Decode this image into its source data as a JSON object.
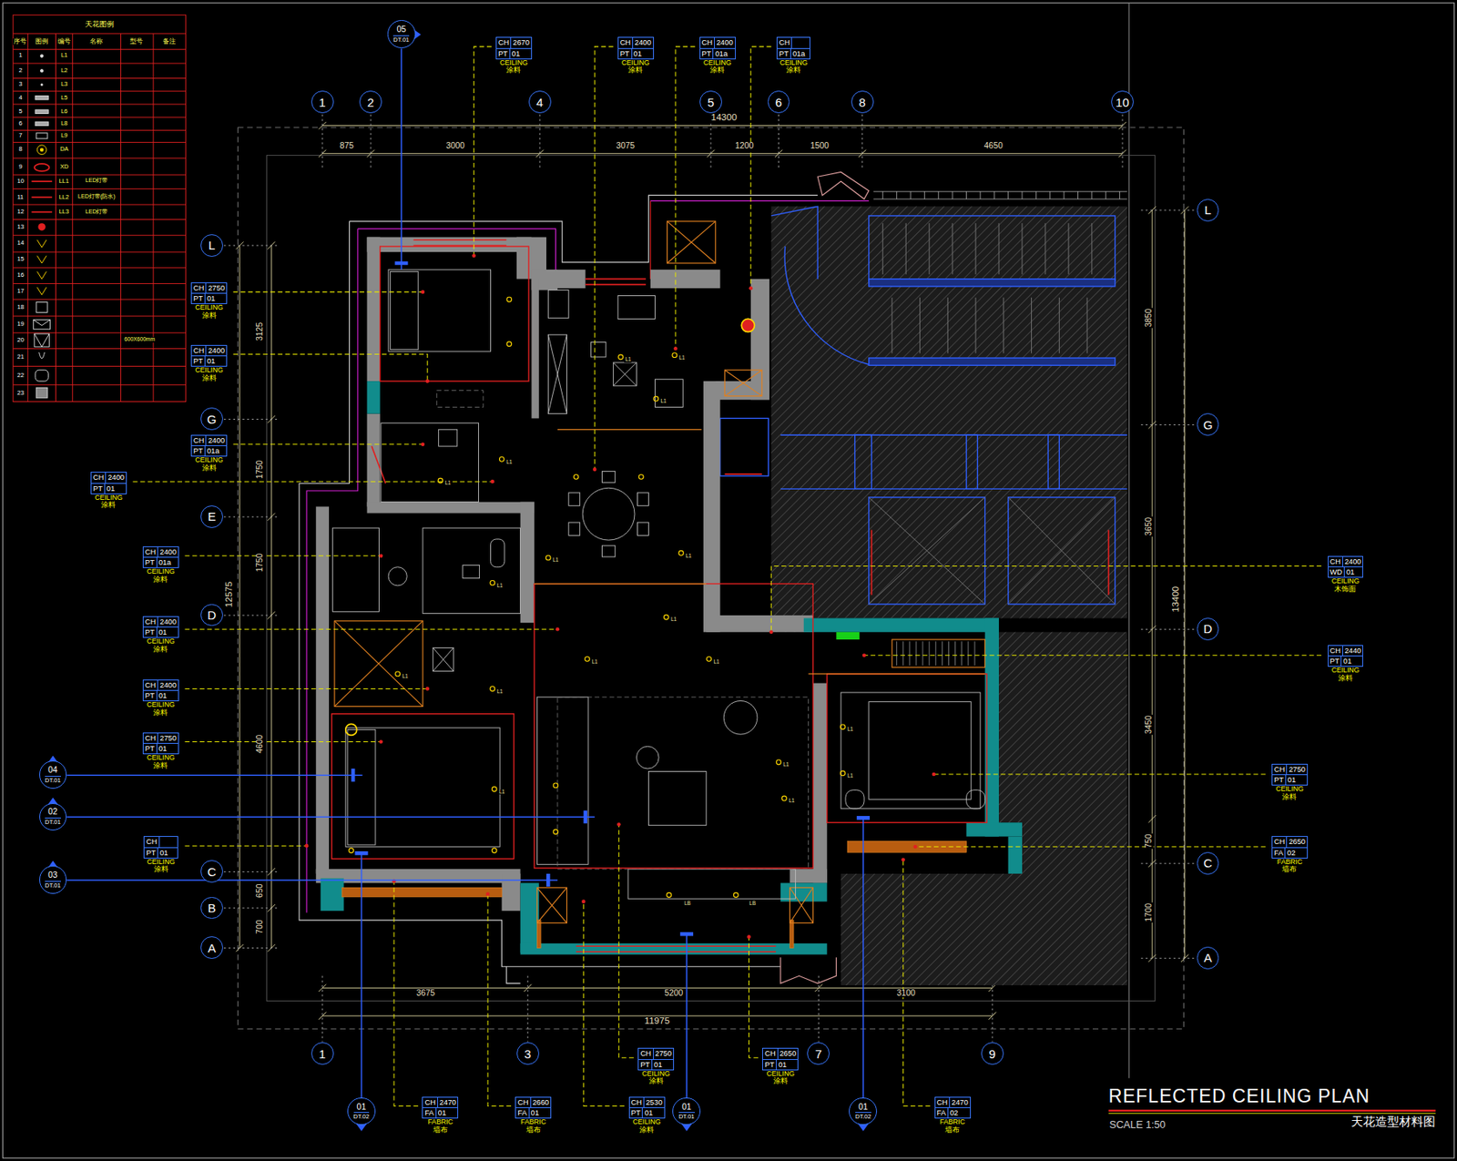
{
  "diagram": {
    "title": "REFLECTED CEILING PLAN",
    "caption": "天花造型材料图",
    "nodes": [
      {
        "text": [
          "1"
        ]
      },
      {
        "text": [
          "2"
        ]
      },
      {
        "text": [
          "4"
        ]
      },
      {
        "text": [
          "5"
        ]
      },
      {
        "text": [
          "6"
        ]
      },
      {
        "text": [
          "8"
        ]
      },
      {
        "text": [
          "10"
        ]
      },
      {
        "text": [
          "1"
        ]
      },
      {
        "text": [
          "3"
        ]
      },
      {
        "text": [
          "7"
        ]
      },
      {
        "text": [
          "9"
        ]
      },
      {
        "text": [
          "L"
        ]
      },
      {
        "text": [
          "G"
        ]
      },
      {
        "text": [
          "E"
        ]
      },
      {
        "text": [
          "D"
        ]
      },
      {
        "text": [
          "C"
        ]
      },
      {
        "text": [
          "B"
        ]
      },
      {
        "text": [
          "A"
        ]
      },
      {
        "text": [
          "L"
        ]
      },
      {
        "text": [
          "G"
        ]
      },
      {
        "text": [
          "D"
        ]
      },
      {
        "text": [
          "C"
        ]
      },
      {
        "text": [
          "A"
        ]
      },
      {
        "text": [
          "05",
          "DT.01"
        ]
      },
      {
        "text": [
          "04",
          "DT.01"
        ]
      },
      {
        "text": [
          "02",
          "DT.01"
        ]
      },
      {
        "text": [
          "03",
          "DT.01"
        ]
      },
      {
        "text": [
          "01",
          "DT.02"
        ]
      },
      {
        "text": [
          "01",
          "DT.01"
        ]
      },
      {
        "text": [
          "01",
          "DT.02"
        ]
      },
      {
        "text": [
          "CH",
          "2670",
          "PT",
          "01",
          "CEILING",
          "涂料"
        ]
      },
      {
        "text": [
          "CH",
          "2400",
          "PT",
          "01",
          "CEILING",
          "涂料"
        ]
      },
      {
        "text": [
          "CH",
          "2400",
          "PT",
          "01a",
          "CEILING",
          "涂料"
        ]
      },
      {
        "text": [
          "CH",
          "PT",
          "01a",
          "CEILING",
          "涂料"
        ]
      },
      {
        "text": [
          "CH",
          "2750",
          "PT",
          "01",
          "CEILING",
          "涂料"
        ]
      },
      {
        "text": [
          "CH",
          "2400",
          "PT",
          "01",
          "CEILING",
          "涂料"
        ]
      },
      {
        "text": [
          "CH",
          "2400",
          "PT",
          "01a",
          "CEILING",
          "涂料"
        ]
      },
      {
        "text": [
          "CH",
          "2400",
          "PT",
          "01",
          "CEILING",
          "涂料"
        ]
      },
      {
        "text": [
          "CH",
          "2400",
          "PT",
          "01a",
          "CEILING",
          "涂料"
        ]
      },
      {
        "text": [
          "CH",
          "2400",
          "PT",
          "01",
          "CEILING",
          "涂料"
        ]
      },
      {
        "text": [
          "CH",
          "2400",
          "PT",
          "01",
          "CEILING",
          "涂料"
        ]
      },
      {
        "text": [
          "CH",
          "2750",
          "PT",
          "01",
          "CEILING",
          "涂料"
        ]
      },
      {
        "text": [
          "CH",
          "PT",
          "01",
          "CEILING",
          "涂料"
        ]
      },
      {
        "text": [
          "CH",
          "2400",
          "WD",
          "01",
          "CEILING",
          "木饰面"
        ]
      },
      {
        "text": [
          "CH",
          "2440",
          "PT",
          "01",
          "CEILING",
          "涂料"
        ]
      },
      {
        "text": [
          "CH",
          "2750",
          "PT",
          "01",
          "CEILING",
          "涂料"
        ]
      },
      {
        "text": [
          "CH",
          "2650",
          "FA",
          "02",
          "FABRIC",
          "墙布"
        ]
      },
      {
        "text": [
          "CH",
          "2750",
          "PT",
          "01",
          "CEILING",
          "涂料"
        ]
      },
      {
        "text": [
          "CH",
          "2650",
          "PT",
          "01",
          "CEILING",
          "涂料"
        ]
      },
      {
        "text": [
          "CH",
          "2470",
          "FA",
          "01",
          "FABRIC",
          "墙布"
        ]
      },
      {
        "text": [
          "CH",
          "2660",
          "FA",
          "01",
          "FABRIC",
          "墙布"
        ]
      },
      {
        "text": [
          "CH",
          "2530",
          "PT",
          "01",
          "CEILING",
          "涂料"
        ]
      },
      {
        "text": [
          "CH",
          "2470",
          "FA",
          "02",
          "FABRIC",
          "墙布"
        ]
      }
    ],
    "labels": [
      "14300",
      "875",
      "3000",
      "3075",
      "1200",
      "1500",
      "4650",
      "3125",
      "1750",
      "1750",
      "4600",
      "650",
      "700",
      "12575",
      "3850",
      "3650",
      "3450",
      "750",
      "1700",
      "13400",
      "3675",
      "5200",
      "3100",
      "11975",
      "SCALE 1:50",
      "天花图例",
      "序号",
      "图例",
      "编号",
      "名称",
      "型号",
      "备注",
      "1",
      "2",
      "3",
      "4",
      "5",
      "6",
      "7",
      "8",
      "9",
      "10",
      "11",
      "12",
      "13",
      "14",
      "15",
      "16",
      "17",
      "18",
      "19",
      "20",
      "21",
      "22",
      "23",
      "L1",
      "L2",
      "L3",
      "L5",
      "L6",
      "L8",
      "L9",
      "DA",
      "XD",
      "LL1",
      "LL2",
      "LL3",
      "LED灯带",
      "LED灯带(防水)",
      "LED灯带",
      "600X600mm",
      "L1",
      "L1",
      "L1",
      "L1",
      "L1",
      "L1",
      "L1",
      "L1",
      "L1",
      "L1",
      "L1",
      "L1",
      "L1",
      "L1",
      "L1",
      "L1",
      "L1",
      "L1",
      "LB",
      "LB"
    ]
  }
}
